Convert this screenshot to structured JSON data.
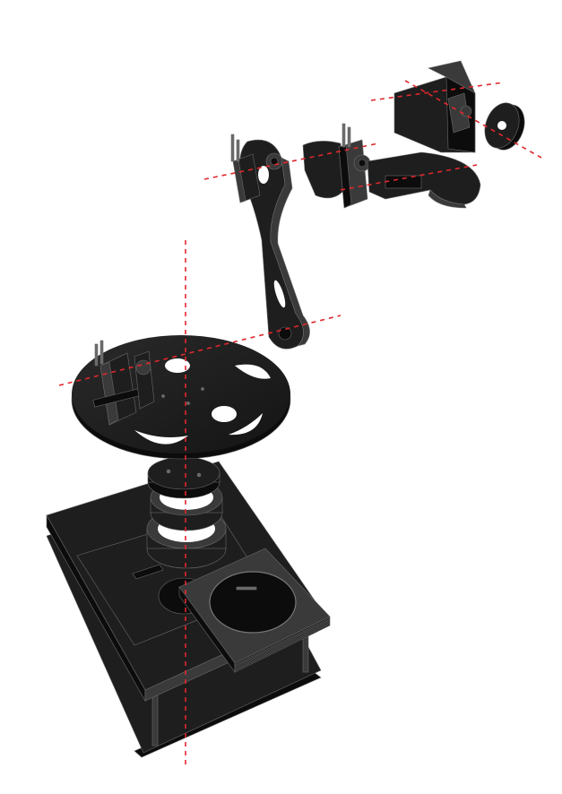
{
  "diagram": {
    "kind": "exploded-view",
    "subject": "robotic-arm-assembly",
    "axis_style": "dashed",
    "colors": {
      "background": "#ffffff",
      "part": "#1e1e1e",
      "part_dark": "#0c0c0c",
      "part_light": "#3a3a3a",
      "edge": "#6a6a6a",
      "axis": "#e0282c"
    },
    "parts": [
      {
        "id": "base-enclosure"
      },
      {
        "id": "base-top-plate"
      },
      {
        "id": "bearing-ring"
      },
      {
        "id": "coupling-disc"
      },
      {
        "id": "rotating-platform"
      },
      {
        "id": "shoulder-servo"
      },
      {
        "id": "upper-arm-link"
      },
      {
        "id": "elbow-servo"
      },
      {
        "id": "forearm-link"
      },
      {
        "id": "gripper-housing"
      },
      {
        "id": "gripper-disc"
      }
    ]
  }
}
